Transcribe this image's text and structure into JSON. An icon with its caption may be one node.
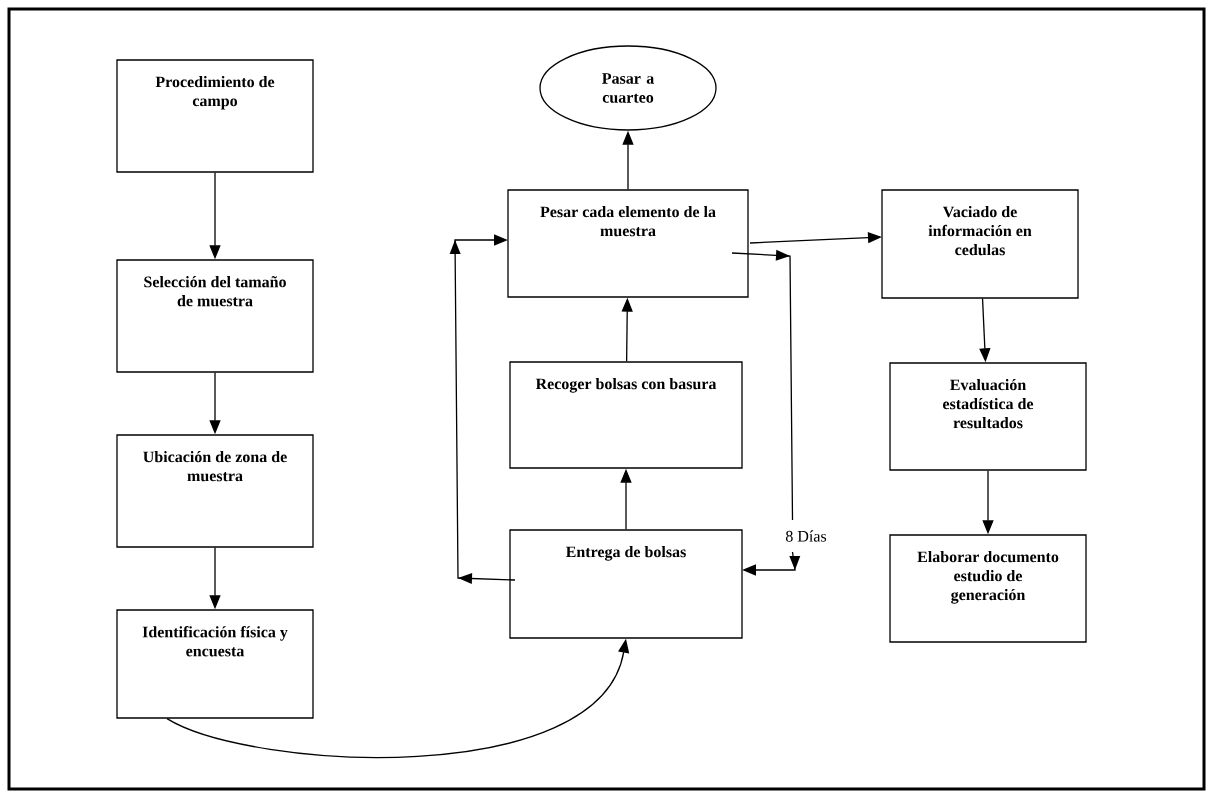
{
  "diagram": {
    "nodes": [
      {
        "text": [
          "Procedimiento de campo"
        ]
      },
      {
        "text": [
          "Selección del tamaño de muestra"
        ]
      },
      {
        "text": [
          "Ubicación de zona de muestra"
        ]
      },
      {
        "text": [
          "Identificación física y encuesta"
        ]
      },
      {
        "text": [
          "Pasar a cuarteo"
        ]
      },
      {
        "text": [
          "Pesar cada elemento de la muestra"
        ]
      },
      {
        "text": [
          "Recoger bolsas con basura"
        ]
      },
      {
        "text": [
          "Entrega de bolsas"
        ]
      },
      {
        "text": [
          "Vaciado de información en cedulas"
        ]
      },
      {
        "text": [
          "Evaluación estadística de resultados"
        ]
      },
      {
        "text": [
          "Elaborar documento estudio de generación"
        ]
      }
    ],
    "edges": [
      {
        "from": 0,
        "to": 1,
        "arrow": "to"
      },
      {
        "from": 1,
        "to": 2,
        "arrow": "to"
      },
      {
        "from": 2,
        "to": 3,
        "arrow": "to"
      },
      {
        "from": 3,
        "to": 7,
        "arrow": "to"
      },
      {
        "from": 7,
        "to": 6,
        "arrow": "to"
      },
      {
        "from": 6,
        "to": 5,
        "arrow": "to"
      },
      {
        "from": 5,
        "to": 4,
        "arrow": "to"
      },
      {
        "from": 5,
        "to": 8,
        "arrow": "to"
      },
      {
        "from": 7,
        "to": 5,
        "arrow": "to"
      },
      {
        "from": 5,
        "to": 7,
        "arrow": "to",
        "label": "8 Días"
      },
      {
        "from": 8,
        "to": 9,
        "arrow": "to"
      },
      {
        "from": 9,
        "to": 10,
        "arrow": "to"
      }
    ]
  }
}
